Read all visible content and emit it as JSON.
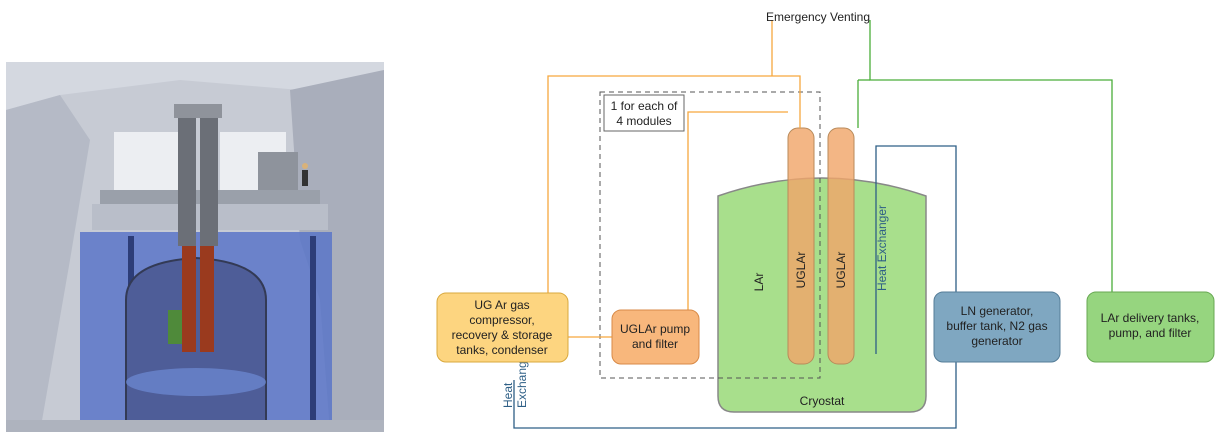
{
  "diagram": {
    "emergency_venting": "Emergency Venting",
    "modules_note_line1": "1 for each of",
    "modules_note_line2": "4 modules",
    "cryostat_label": "Cryostat",
    "lar_label": "LAr",
    "uglar_left_label": "UGLAr",
    "uglar_right_label": "UGLAr",
    "heat_exchanger_vertical": "Heat Exchanger",
    "heat_exchanger_bottom_line1": "Heat",
    "heat_exchanger_bottom_line2": "Exchanger",
    "boxes": {
      "ug_ar": {
        "lines": [
          "UG Ar gas",
          "compressor,",
          "recovery & storage",
          "tanks, condenser"
        ],
        "color": "#fdd580"
      },
      "pump": {
        "lines": [
          "UGLAr pump",
          "and filter"
        ],
        "color": "#f8b77c"
      },
      "ln": {
        "lines": [
          "LN generator,",
          "buffer tank, N2 gas",
          "generator"
        ],
        "color": "#7fa7c1"
      },
      "lar_delivery": {
        "lines": [
          "LAr delivery tanks,",
          "pump, and filter"
        ],
        "color": "#96d57f"
      }
    },
    "colors": {
      "orange_line": "#f6a83f",
      "green_line": "#4aae3a",
      "blue_line": "#2e5f86",
      "cryostat_fill": "#a8df8c",
      "uglar_fill": "#f0a66a"
    }
  }
}
